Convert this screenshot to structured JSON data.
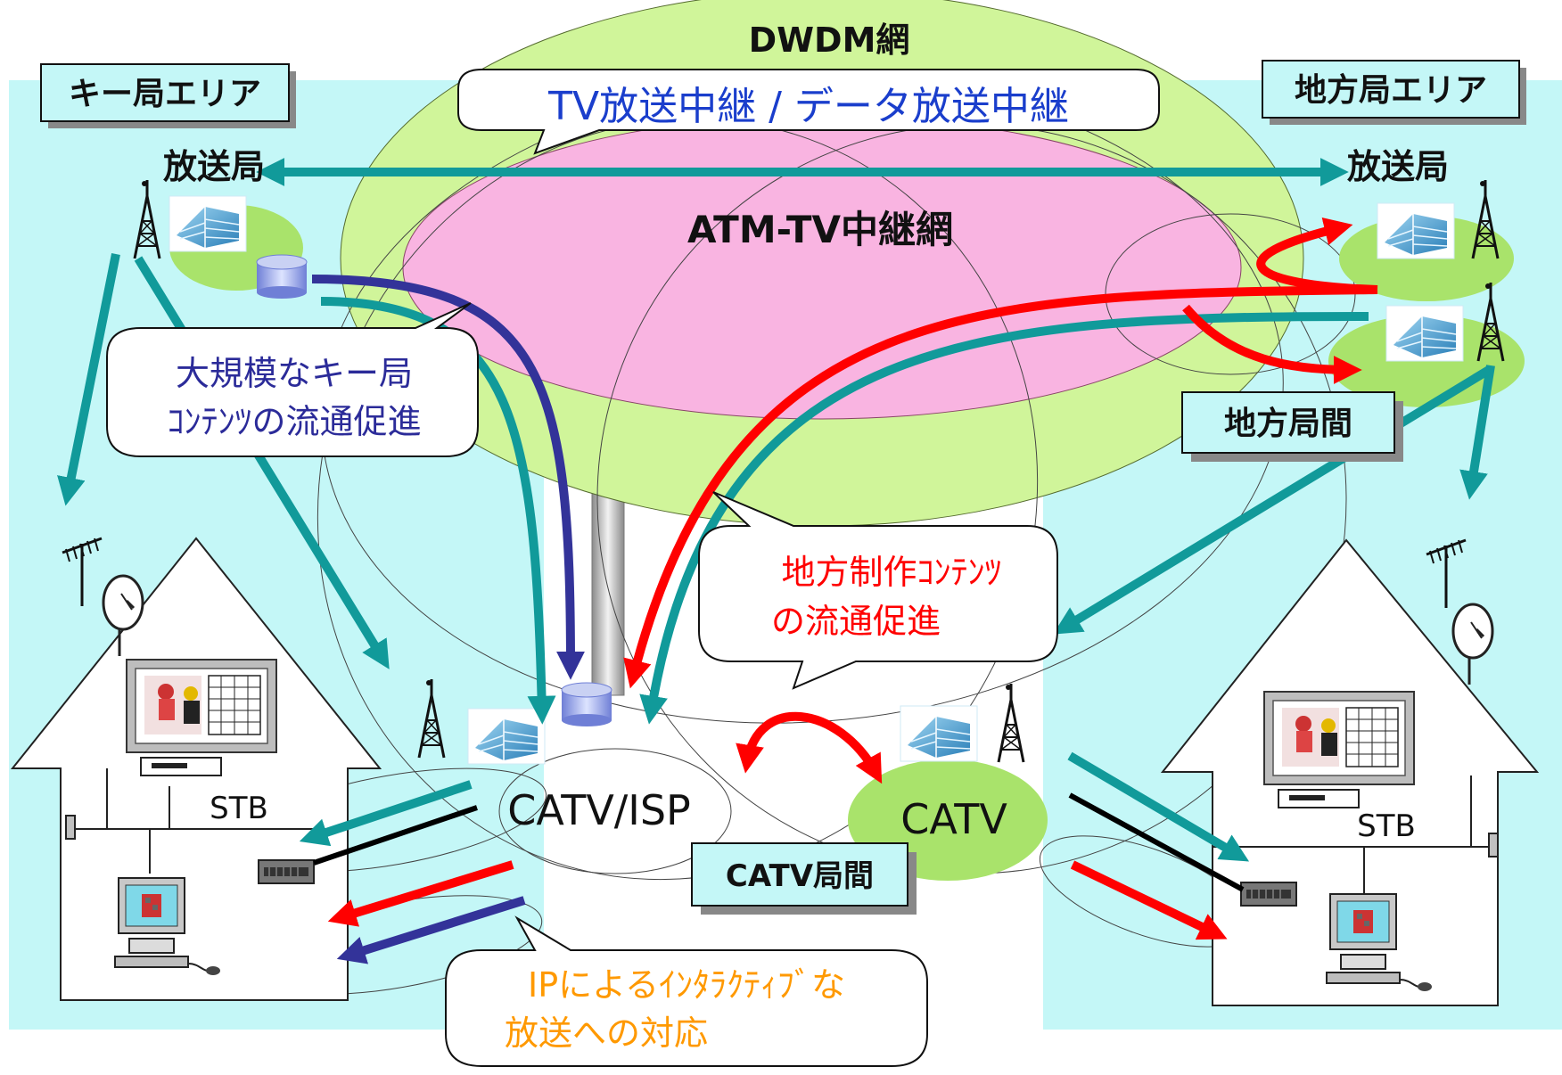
{
  "network": {
    "dwdm": "DWDM網",
    "atm": "ATM-TV中継網",
    "relay_callout": "TV放送中継 / データ放送中継"
  },
  "areas": {
    "key_area": "キー局エリア",
    "local_area": "地方局エリア"
  },
  "stations": {
    "key_broadcaster": "放送局",
    "local_broadcaster": "放送局",
    "inter_local": "地方局間"
  },
  "callouts": {
    "key_content_line1": "大規模なキー局",
    "key_content_line2": "ｺﾝﾃﾝﾂの流通促進",
    "local_content_line1": "地方制作ｺﾝﾃﾝﾂ",
    "local_content_line2": "の流通促進",
    "ip_line1": "IPによるｲﾝﾀﾗｸﾃｨﾌﾞな",
    "ip_line2": "放送への対応"
  },
  "catv": {
    "catv_isp": "CATV/ISP",
    "catv": "CATV",
    "inter_catv": "CATV局間"
  },
  "homes": {
    "stb_left": "STB",
    "stb_right": "STB"
  },
  "colors": {
    "area_bg": "#c4f7f7",
    "dwdm_fill": "#d0f59a",
    "atm_fill": "#f9b4e1",
    "teal_arrow": "#119a9a",
    "navy_arrow": "#333399",
    "red_arrow": "#ff0000",
    "relay_text": "#1a3ecc",
    "callout_blue_text": "#2b2b99",
    "callout_red_text": "#ff0000",
    "callout_orange_text": "#ff9900"
  },
  "icons": [
    "broadcast-tower-icon",
    "building-icon",
    "server-cylinder-icon",
    "house-icon",
    "antenna-icon",
    "satellite-dish-icon",
    "tv-icon",
    "stb-icon",
    "pc-icon",
    "hub-icon"
  ]
}
